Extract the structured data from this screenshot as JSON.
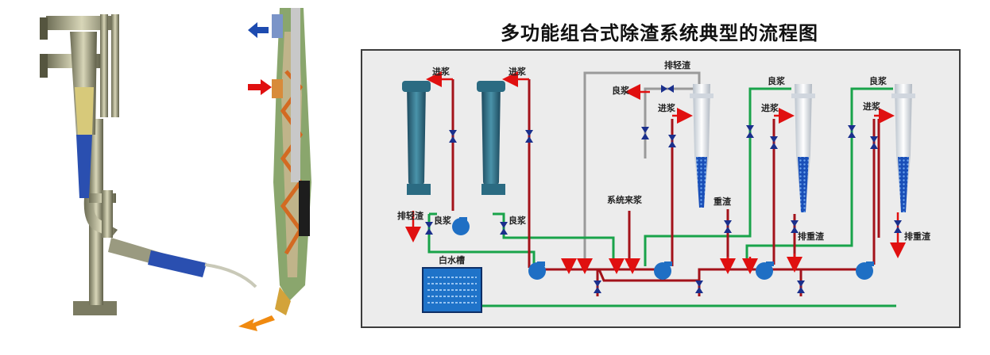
{
  "title": "多功能组合式除渣系统典型的流程图",
  "labels": {
    "jinjiang": "进浆",
    "liangjiang": "良浆",
    "xiqingzha": "排轻渣",
    "xizhongzha": "排重渣",
    "zhongzha": "重渣",
    "xitonglaijiang": "系统来浆",
    "baishuicao": "白水槽"
  },
  "colors": {
    "red_pipe": "#a3121a",
    "green_pipe": "#19a34a",
    "gray_pipe": "#9a9a9a",
    "pump": "#1f6fc4",
    "tank": "#1f73c9",
    "valve": "#1a2f8c",
    "arrow_red": "#e01010",
    "arrow_blue": "#1d4bb0",
    "arrow_orange": "#f08a10"
  },
  "icons": [
    "cleaner-photo-icon",
    "cleaner-cutaway-icon",
    "hydrocyclone-icon",
    "pump-icon",
    "valve-icon",
    "tank-icon"
  ]
}
